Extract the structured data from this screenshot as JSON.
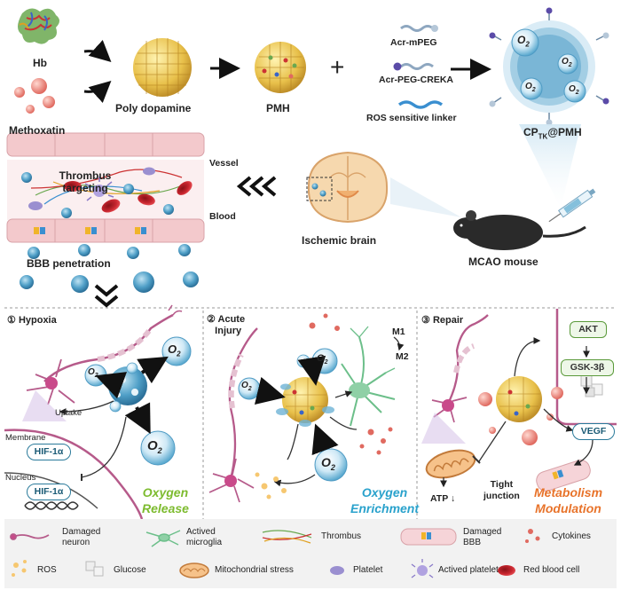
{
  "synthesis": {
    "hb": "Hb",
    "methoxatin": "Methoxatin",
    "polydopamine": "Poly dopamine",
    "pmh": "PMH",
    "plus": "+",
    "acr_mpeg": "Acr-mPEG",
    "acr_peg_creka": "Acr-PEG-CREKA",
    "ros_linker": "ROS sensitive linker",
    "product_main": "CP",
    "product_sub": "TK",
    "product_suffix": "@PMH",
    "o2": "O"
  },
  "delivery": {
    "vessel": "Vessel",
    "blood": "Blood",
    "thrombus_targeting": "Thrombus targeting",
    "bbb_penetration": "BBB penetration",
    "ischemic_brain": "Ischemic brain",
    "mcao_mouse": "MCAO mouse"
  },
  "panels": {
    "hypoxia": {
      "number": "①",
      "title": "Hypoxia",
      "uptake": "Uptake",
      "membrane": "Membrane",
      "nucleus": "Nucleus",
      "hif": "HIF-1α",
      "outcome_line1": "Oxygen",
      "outcome_line2": "Release"
    },
    "acute": {
      "number": "②",
      "title_line1": "Acute",
      "title_line2": "Injury",
      "m1": "M1",
      "m2": "M2",
      "outcome_line1": "Oxygen",
      "outcome_line2": "Enrichment"
    },
    "repair": {
      "number": "③",
      "title": "Repair",
      "akt": "AKT",
      "gsk": "GSK-3β",
      "vegf": "VEGF",
      "atp": "ATP",
      "atp_arrow": "↓",
      "tight_line1": "Tight",
      "tight_line2": "junction",
      "outcome_line1": "Metabolism",
      "outcome_line2": "Modulation"
    }
  },
  "legend": {
    "damaged_neuron_line1": "Damaged",
    "damaged_neuron_line2": "neuron",
    "microglia_line1": "Actived",
    "microglia_line2": "microglia",
    "thrombus": "Thrombus",
    "bbb_line1": "Damaged",
    "bbb_line2": "BBB",
    "cytokines": "Cytokines",
    "ros": "ROS",
    "glucose": "Glucose",
    "mito": "Mitochondrial stress",
    "platelet": "Platelet",
    "actived_platelet": "Actived platelet",
    "rbc": "Red blood cell"
  },
  "colors": {
    "oxygen_release": "#7dbb2f",
    "oxygen_enrichment": "#2aa2cc",
    "metabolism_modulation": "#e8732a",
    "vessel": "#f3c9cc",
    "rbc": "#c8262f",
    "nanoparticle": "#5aa9cf"
  }
}
